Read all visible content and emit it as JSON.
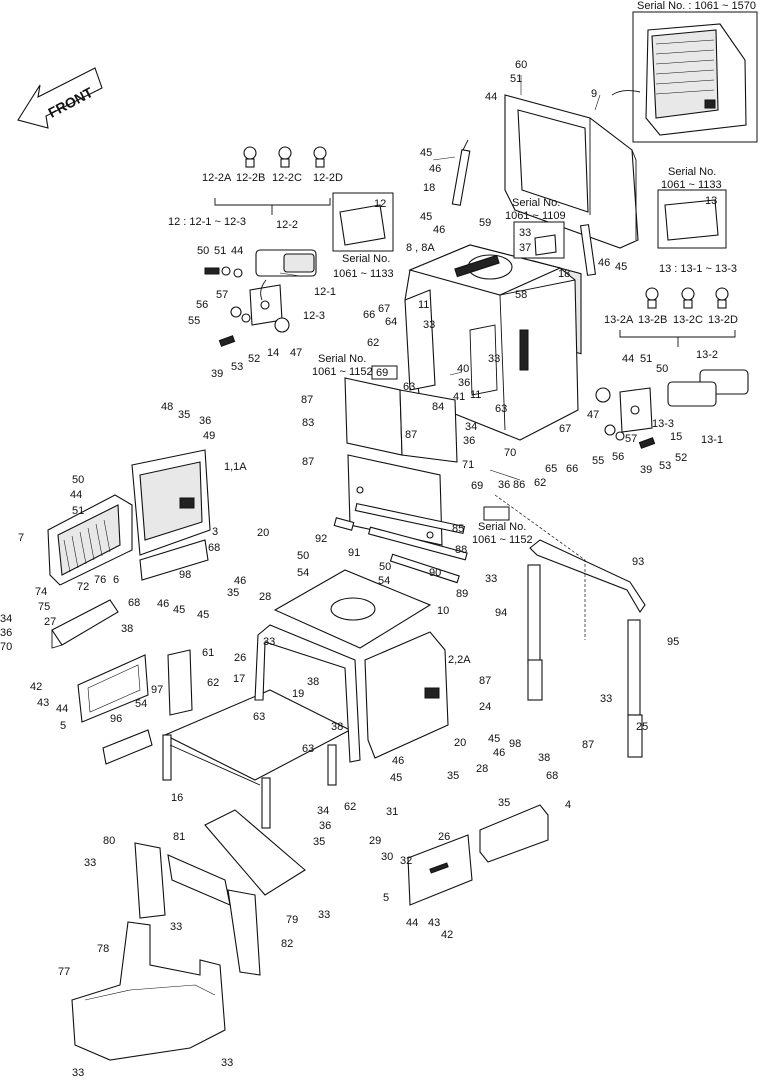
{
  "front_label": "FRONT",
  "inset_top": {
    "serial": "Serial No. : 1061 ~ 1570",
    "part": "9"
  },
  "notes": {
    "lamp12_range": "12 : 12-1 ~ 12-3",
    "lamp13_range": "13 : 13-1 ~ 13-3",
    "serial_1061_1133_a": "Serial No.\n1061 ~ 1133",
    "serial_1061_1133_b": "Serial No.\n1061 ~ 1133",
    "serial_1061_1109": "Serial No.\n1061 ~ 1109",
    "serial_1061_1152_a": "Serial No.\n1061 ~ 1152",
    "serial_1061_1152_b": "Serial No.\n1061 ~ 1152"
  },
  "callouts": [
    {
      "id": "c1",
      "text": "60"
    },
    {
      "id": "c2",
      "text": "51"
    },
    {
      "id": "c3",
      "text": "44"
    },
    {
      "id": "c4",
      "text": "9"
    },
    {
      "id": "c5",
      "text": "12-2A"
    },
    {
      "id": "c6",
      "text": "12-2B"
    },
    {
      "id": "c7",
      "text": "12-2C"
    },
    {
      "id": "c8",
      "text": "12-2D"
    },
    {
      "id": "c9",
      "text": "12-2"
    },
    {
      "id": "c10",
      "text": "12"
    },
    {
      "id": "c11",
      "text": "45"
    },
    {
      "id": "c12",
      "text": "46"
    },
    {
      "id": "c13",
      "text": "18"
    },
    {
      "id": "c14",
      "text": "45"
    },
    {
      "id": "c15",
      "text": "46"
    },
    {
      "id": "c16",
      "text": "59"
    },
    {
      "id": "c17",
      "text": "33"
    },
    {
      "id": "c18",
      "text": "37"
    },
    {
      "id": "c19",
      "text": "8 , 8A"
    },
    {
      "id": "c20",
      "text": "13"
    },
    {
      "id": "c21",
      "text": "50"
    },
    {
      "id": "c22",
      "text": "51"
    },
    {
      "id": "c23",
      "text": "44"
    },
    {
      "id": "c24",
      "text": "12-1"
    },
    {
      "id": "c25",
      "text": "57"
    },
    {
      "id": "c26",
      "text": "56"
    },
    {
      "id": "c27",
      "text": "55"
    },
    {
      "id": "c28",
      "text": "12-3"
    },
    {
      "id": "c29",
      "text": "39"
    },
    {
      "id": "c30",
      "text": "53"
    },
    {
      "id": "c31",
      "text": "52"
    },
    {
      "id": "c32",
      "text": "14"
    },
    {
      "id": "c33",
      "text": "47"
    },
    {
      "id": "c34",
      "text": "18"
    },
    {
      "id": "c35",
      "text": "46"
    },
    {
      "id": "c36",
      "text": "45"
    },
    {
      "id": "c37",
      "text": "58"
    },
    {
      "id": "c38",
      "text": "67"
    },
    {
      "id": "c39",
      "text": "66"
    },
    {
      "id": "c40",
      "text": "64"
    },
    {
      "id": "c41",
      "text": "11"
    },
    {
      "id": "c42",
      "text": "33"
    },
    {
      "id": "c43",
      "text": "62"
    },
    {
      "id": "c44",
      "text": "63"
    },
    {
      "id": "c45",
      "text": "69"
    },
    {
      "id": "c46",
      "text": "40"
    },
    {
      "id": "c47",
      "text": "36"
    },
    {
      "id": "c48",
      "text": "41"
    },
    {
      "id": "c49",
      "text": "84"
    },
    {
      "id": "c50",
      "text": "33"
    },
    {
      "id": "c51",
      "text": "11"
    },
    {
      "id": "c52",
      "text": "63"
    },
    {
      "id": "c53",
      "text": "13-2A"
    },
    {
      "id": "c54",
      "text": "13-2B"
    },
    {
      "id": "c55",
      "text": "13-2C"
    },
    {
      "id": "c56",
      "text": "13-2D"
    },
    {
      "id": "c57",
      "text": "13-2"
    },
    {
      "id": "c58",
      "text": "44"
    },
    {
      "id": "c59",
      "text": "51"
    },
    {
      "id": "c60",
      "text": "50"
    },
    {
      "id": "c61",
      "text": "87"
    },
    {
      "id": "c62",
      "text": "83"
    },
    {
      "id": "c63",
      "text": "87"
    },
    {
      "id": "c64",
      "text": "34"
    },
    {
      "id": "c65",
      "text": "36"
    },
    {
      "id": "c66",
      "text": "67"
    },
    {
      "id": "c67",
      "text": "47"
    },
    {
      "id": "c68",
      "text": "13-3"
    },
    {
      "id": "c69",
      "text": "15"
    },
    {
      "id": "c70",
      "text": "13-1"
    },
    {
      "id": "c71",
      "text": "57"
    },
    {
      "id": "c72",
      "text": "56"
    },
    {
      "id": "c73",
      "text": "55"
    },
    {
      "id": "c74",
      "text": "53"
    },
    {
      "id": "c75",
      "text": "39"
    },
    {
      "id": "c76",
      "text": "52"
    },
    {
      "id": "c77",
      "text": "48"
    },
    {
      "id": "c78",
      "text": "35"
    },
    {
      "id": "c79",
      "text": "36"
    },
    {
      "id": "c80",
      "text": "49"
    },
    {
      "id": "c81",
      "text": "1,1A"
    },
    {
      "id": "c82",
      "text": "87"
    },
    {
      "id": "c83",
      "text": "70"
    },
    {
      "id": "c84",
      "text": "71"
    },
    {
      "id": "c85",
      "text": "36"
    },
    {
      "id": "c86",
      "text": "86"
    },
    {
      "id": "c87",
      "text": "65"
    },
    {
      "id": "c88",
      "text": "62"
    },
    {
      "id": "c89",
      "text": "66"
    },
    {
      "id": "c90",
      "text": "69"
    },
    {
      "id": "c91",
      "text": "85"
    },
    {
      "id": "c92",
      "text": "50"
    },
    {
      "id": "c93",
      "text": "44"
    },
    {
      "id": "c94",
      "text": "51"
    },
    {
      "id": "c95",
      "text": "7"
    },
    {
      "id": "c96",
      "text": "3"
    },
    {
      "id": "c97",
      "text": "68"
    },
    {
      "id": "c98",
      "text": "92"
    },
    {
      "id": "c99",
      "text": "91"
    },
    {
      "id": "c100",
      "text": "88"
    },
    {
      "id": "c101",
      "text": "20"
    },
    {
      "id": "c102",
      "text": "50"
    },
    {
      "id": "c103",
      "text": "54"
    },
    {
      "id": "c104",
      "text": "50"
    },
    {
      "id": "c105",
      "text": "54"
    },
    {
      "id": "c106",
      "text": "90"
    },
    {
      "id": "c107",
      "text": "89"
    },
    {
      "id": "c108",
      "text": "93"
    },
    {
      "id": "c109",
      "text": "33"
    },
    {
      "id": "c110",
      "text": "94"
    },
    {
      "id": "c111",
      "text": "74"
    },
    {
      "id": "c112",
      "text": "72"
    },
    {
      "id": "c113",
      "text": "76"
    },
    {
      "id": "c114",
      "text": "6"
    },
    {
      "id": "c115",
      "text": "98"
    },
    {
      "id": "c116",
      "text": "46"
    },
    {
      "id": "c117",
      "text": "75"
    },
    {
      "id": "c118",
      "text": "27"
    },
    {
      "id": "c119",
      "text": "68"
    },
    {
      "id": "c120",
      "text": "46"
    },
    {
      "id": "c121",
      "text": "45"
    },
    {
      "id": "c122",
      "text": "45"
    },
    {
      "id": "c123",
      "text": "35"
    },
    {
      "id": "c124",
      "text": "28"
    },
    {
      "id": "c125",
      "text": "34"
    },
    {
      "id": "c126",
      "text": "36"
    },
    {
      "id": "c127",
      "text": "70"
    },
    {
      "id": "c128",
      "text": "38"
    },
    {
      "id": "c129",
      "text": "10"
    },
    {
      "id": "c130",
      "text": "95"
    },
    {
      "id": "c131",
      "text": "26"
    },
    {
      "id": "c132",
      "text": "33"
    },
    {
      "id": "c133",
      "text": "61"
    },
    {
      "id": "c134",
      "text": "2,2A"
    },
    {
      "id": "c135",
      "text": "42"
    },
    {
      "id": "c136",
      "text": "43"
    },
    {
      "id": "c137",
      "text": "44"
    },
    {
      "id": "c138",
      "text": "97"
    },
    {
      "id": "c139",
      "text": "17"
    },
    {
      "id": "c140",
      "text": "62"
    },
    {
      "id": "c141",
      "text": "19"
    },
    {
      "id": "c142",
      "text": "38"
    },
    {
      "id": "c143",
      "text": "87"
    },
    {
      "id": "c144",
      "text": "54"
    },
    {
      "id": "c145",
      "text": "5"
    },
    {
      "id": "c146",
      "text": "63"
    },
    {
      "id": "c147",
      "text": "24"
    },
    {
      "id": "c148",
      "text": "96"
    },
    {
      "id": "c149",
      "text": "38"
    },
    {
      "id": "c150",
      "text": "33"
    },
    {
      "id": "c151",
      "text": "25"
    },
    {
      "id": "c152",
      "text": "20"
    },
    {
      "id": "c153",
      "text": "63"
    },
    {
      "id": "c154",
      "text": "46"
    },
    {
      "id": "c155",
      "text": "45"
    },
    {
      "id": "c156",
      "text": "45"
    },
    {
      "id": "c157",
      "text": "98"
    },
    {
      "id": "c158",
      "text": "38"
    },
    {
      "id": "c159",
      "text": "46"
    },
    {
      "id": "c160",
      "text": "87"
    },
    {
      "id": "c161",
      "text": "16"
    },
    {
      "id": "c162",
      "text": "62"
    },
    {
      "id": "c163",
      "text": "35"
    },
    {
      "id": "c164",
      "text": "28"
    },
    {
      "id": "c165",
      "text": "68"
    },
    {
      "id": "c166",
      "text": "35"
    },
    {
      "id": "c167",
      "text": "4"
    },
    {
      "id": "c168",
      "text": "34"
    },
    {
      "id": "c169",
      "text": "36"
    },
    {
      "id": "c170",
      "text": "35"
    },
    {
      "id": "c171",
      "text": "31"
    },
    {
      "id": "c172",
      "text": "26"
    },
    {
      "id": "c173",
      "text": "29"
    },
    {
      "id": "c174",
      "text": "30"
    },
    {
      "id": "c175",
      "text": "32"
    },
    {
      "id": "c176",
      "text": "80"
    },
    {
      "id": "c177",
      "text": "81"
    },
    {
      "id": "c178",
      "text": "33"
    },
    {
      "id": "c179",
      "text": "33"
    },
    {
      "id": "c180",
      "text": "79"
    },
    {
      "id": "c181",
      "text": "33"
    },
    {
      "id": "c182",
      "text": "5"
    },
    {
      "id": "c183",
      "text": "44"
    },
    {
      "id": "c184",
      "text": "43"
    },
    {
      "id": "c185",
      "text": "42"
    },
    {
      "id": "c186",
      "text": "82"
    },
    {
      "id": "c187",
      "text": "78"
    },
    {
      "id": "c188",
      "text": "77"
    },
    {
      "id": "c189",
      "text": "33"
    },
    {
      "id": "c190",
      "text": "33"
    }
  ]
}
